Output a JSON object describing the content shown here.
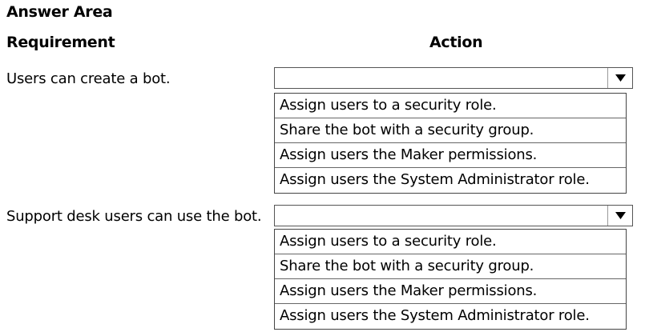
{
  "title": "Answer Area",
  "headers": {
    "requirement": "Requirement",
    "action": "Action"
  },
  "questions": [
    {
      "requirement": "Users can create a bot.",
      "selected": "",
      "options": [
        "Assign users to a security role.",
        "Share the bot with a security group.",
        "Assign users the Maker permissions.",
        "Assign users the System Administrator role."
      ]
    },
    {
      "requirement": "Support desk users can use the bot.",
      "selected": "",
      "options": [
        "Assign users to a security role.",
        "Share the bot with a security group.",
        "Assign users the Maker permissions.",
        "Assign users the System Administrator role."
      ]
    }
  ],
  "icons": {
    "dropdown_arrow": "chevron-down-icon"
  }
}
